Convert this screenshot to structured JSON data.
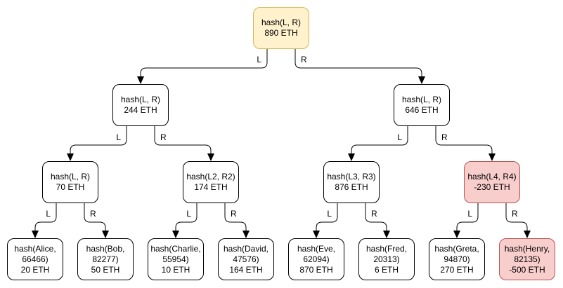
{
  "nodes": {
    "root": {
      "hash": "hash(L, R)",
      "value": "890 ETH"
    },
    "left": {
      "hash": "hash(L, R)",
      "value": "244 ETH"
    },
    "right": {
      "hash": "hash(L, R)",
      "value": "646 ETH"
    },
    "ll": {
      "hash": "hash(L, R)",
      "value": "70 ETH"
    },
    "lr": {
      "hash": "hash(L2, R2)",
      "value": "174 ETH"
    },
    "rl": {
      "hash": "hash(L3, R3)",
      "value": "876 ETH"
    },
    "rr": {
      "hash": "hash(L4, R4)",
      "value": "-230 ETH"
    },
    "alice": {
      "hash": "hash(Alice, 66466)",
      "value": "20 ETH"
    },
    "bob": {
      "hash": "hash(Bob, 82277)",
      "value": "50 ETH"
    },
    "charlie": {
      "hash": "hash(Charlie, 55954)",
      "value": "10 ETH"
    },
    "david": {
      "hash": "hash(David, 47576)",
      "value": "164 ETH"
    },
    "eve": {
      "hash": "hash(Eve, 62094)",
      "value": "870 ETH"
    },
    "fred": {
      "hash": "hash(Fred, 20313)",
      "value": "6 ETH"
    },
    "greta": {
      "hash": "hash(Greta, 94870)",
      "value": "270 ETH"
    },
    "henry": {
      "hash": "hash(Henry, 82135)",
      "value": "-500 ETH"
    }
  },
  "edges": [
    {
      "from": "root",
      "to": "left",
      "label": "L"
    },
    {
      "from": "root",
      "to": "right",
      "label": "R"
    },
    {
      "from": "left",
      "to": "ll",
      "label": "L"
    },
    {
      "from": "left",
      "to": "lr",
      "label": "R"
    },
    {
      "from": "right",
      "to": "rl",
      "label": "L"
    },
    {
      "from": "right",
      "to": "rr",
      "label": "R"
    },
    {
      "from": "ll",
      "to": "alice",
      "label": "L"
    },
    {
      "from": "ll",
      "to": "bob",
      "label": "R"
    },
    {
      "from": "lr",
      "to": "charlie",
      "label": "L"
    },
    {
      "from": "lr",
      "to": "david",
      "label": "R"
    },
    {
      "from": "rl",
      "to": "eve",
      "label": "L"
    },
    {
      "from": "rl",
      "to": "fred",
      "label": "R"
    },
    {
      "from": "rr",
      "to": "greta",
      "label": "L"
    },
    {
      "from": "rr",
      "to": "henry",
      "label": "R"
    }
  ],
  "colors": {
    "background": "#FFFFFF",
    "root_fill": "#FFF2CC",
    "root_border": "#D6B656",
    "negative_fill": "#F8CECC",
    "negative_border": "#B85450",
    "default_fill": "#FFFFFF",
    "default_border": "#000000",
    "edge_stroke": "#000000"
  }
}
